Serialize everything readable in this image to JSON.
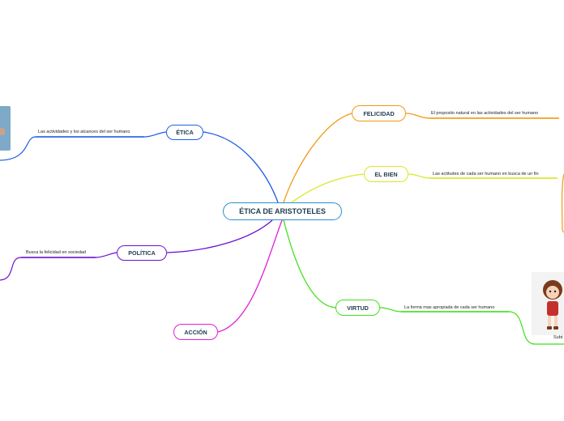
{
  "central": {
    "label": "ÉTICA DE ARISTOTELES",
    "color": "#2a8fd0"
  },
  "topics": [
    {
      "id": "etica",
      "label": "ÉTICA",
      "color": "#1e5ee6",
      "subtopic": "Las actividades y los alcances del ser humano"
    },
    {
      "id": "politica",
      "label": "POLÍTICA",
      "color": "#6a12d0",
      "subtopic": "Busca la felicidad en sociedad"
    },
    {
      "id": "accion",
      "label": "ACCIÓN",
      "color": "#e020d8",
      "subtopic": ""
    },
    {
      "id": "felicidad",
      "label": "FELICIDAD",
      "color": "#f09a14",
      "subtopic": "El proposito natural en las actividades del ser humano"
    },
    {
      "id": "elbien",
      "label": "EL BIEN",
      "color": "#d8e826",
      "subtopic": "Las actitudes de cada ser  humano en busca de un fin"
    },
    {
      "id": "virtud",
      "label": "VIRTUD",
      "color": "#3fe01a",
      "subtopic": "La forma mas apropiada de cada ser humano"
    }
  ],
  "image_caption": "Subt"
}
